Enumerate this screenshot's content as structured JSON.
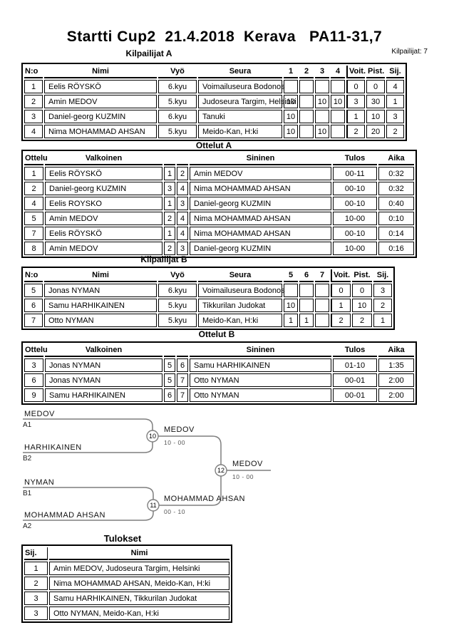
{
  "page": {
    "title": "Startti Cup2  21.4.2018  Kerava   PA11-31,7",
    "competitors_label": "Kilpailijat: 7"
  },
  "kilpailijat_a": {
    "title": "Kilpailijat A",
    "headers": [
      "N:o",
      "Nimi",
      "Vyö",
      "Seura",
      "1",
      "2",
      "3",
      "4",
      "Voit.",
      "Pist.",
      "Sij."
    ],
    "rows": [
      [
        "1",
        "Eelis RÖYSKÖ",
        "6.kyu",
        "Voimailuseura Bodonos",
        "",
        "",
        "",
        "",
        "0",
        "0",
        "4"
      ],
      [
        "2",
        "Amin MEDOV",
        "5.kyu",
        "Judoseura Targim, Helsinki",
        "10",
        "",
        "10",
        "10",
        "3",
        "30",
        "1"
      ],
      [
        "3",
        "Daniel-georg KUZMIN",
        "6.kyu",
        "Tanuki",
        "10",
        "",
        "",
        "",
        "1",
        "10",
        "3"
      ],
      [
        "4",
        "Nima MOHAMMAD AHSAN",
        "5.kyu",
        "Meido-Kan, H:ki",
        "10",
        "",
        "10",
        "",
        "2",
        "20",
        "2"
      ]
    ]
  },
  "ottelut_a": {
    "title": "Ottelut A",
    "headers": [
      "Ottelu",
      "Valkoinen",
      "",
      "",
      "Sininen",
      "Tulos",
      "Aika"
    ],
    "rows": [
      [
        "1",
        "Eelis RÖYSKÖ",
        "1",
        "2",
        "Amin MEDOV",
        "00-11",
        "0:32"
      ],
      [
        "2",
        "Daniel-georg KUZMIN",
        "3",
        "4",
        "Nima MOHAMMAD AHSAN",
        "00-10",
        "0:32"
      ],
      [
        "4",
        "Eelis ROYSKO",
        "1",
        "3",
        "Daniel-georg KUZMIN",
        "00-10",
        "0:40"
      ],
      [
        "5",
        "Amin MEDOV",
        "2",
        "4",
        "Nima MOHAMMAD AHSAN",
        "10-00",
        "0:10"
      ],
      [
        "7",
        "Eelis RÖYSKÖ",
        "1",
        "4",
        "Nima MOHAMMAD AHSAN",
        "00-10",
        "0:14"
      ],
      [
        "8",
        "Amin MEDOV",
        "2",
        "3",
        "Daniel-georg KUZMIN",
        "10-00",
        "0:16"
      ]
    ]
  },
  "kilpailijat_b": {
    "title": "Kilpailijat B",
    "headers": [
      "N:o",
      "Nimi",
      "Vyö",
      "Seura",
      "5",
      "6",
      "7",
      "Voit.",
      "Pist.",
      "Sij."
    ],
    "rows": [
      [
        "5",
        "Jonas NYMAN",
        "6.kyu",
        "Voimailuseura Bodonos",
        "",
        "",
        "",
        "0",
        "0",
        "3"
      ],
      [
        "6",
        "Samu HARHIKAINEN",
        "5.kyu",
        "Tikkurilan Judokat",
        "10",
        "",
        "",
        "1",
        "10",
        "2"
      ],
      [
        "7",
        "Otto NYMAN",
        "5.kyu",
        "Meido-Kan, H:ki",
        "1",
        "1",
        "",
        "2",
        "2",
        "1"
      ]
    ]
  },
  "ottelut_b": {
    "title": "Ottelut B",
    "headers": [
      "Ottelu",
      "Valkoinen",
      "",
      "",
      "Sininen",
      "Tulos",
      "Aika"
    ],
    "rows": [
      [
        "3",
        "Jonas NYMAN",
        "5",
        "6",
        "Samu HARHIKAINEN",
        "01-10",
        "1:35"
      ],
      [
        "6",
        "Jonas NYMAN",
        "5",
        "7",
        "Otto NYMAN",
        "00-01",
        "2:00"
      ],
      [
        "9",
        "Samu HARHIKAINEN",
        "6",
        "7",
        "Otto NYMAN",
        "00-01",
        "2:00"
      ]
    ]
  },
  "bracket": {
    "slots": [
      {
        "name": "MEDOV",
        "seed": "A1"
      },
      {
        "name": "HARHIKAINEN",
        "seed": "B2"
      },
      {
        "name": "NYMAN",
        "seed": "B1"
      },
      {
        "name": "MOHAMMAD AHSAN",
        "seed": "A2"
      }
    ],
    "matches": [
      {
        "number": "10",
        "winner": "MEDOV",
        "score": "10 - 00"
      },
      {
        "number": "11",
        "winner": "MOHAMMAD AHSAN",
        "score": "00 - 10"
      },
      {
        "number": "12",
        "winner": "MEDOV",
        "score": "10 - 00"
      }
    ]
  },
  "tulokset": {
    "title": "Tulokset",
    "headers": [
      "Sij.",
      "Nimi"
    ],
    "rows": [
      [
        "1",
        "Amin MEDOV, Judoseura Targim, Helsinki"
      ],
      [
        "2",
        "Nima MOHAMMAD AHSAN, Meido-Kan, H:ki"
      ],
      [
        "3",
        "Samu HARHIKAINEN, Tikkurilan Judokat"
      ],
      [
        "3",
        "Otto NYMAN, Meido-Kan, H:ki"
      ]
    ]
  }
}
